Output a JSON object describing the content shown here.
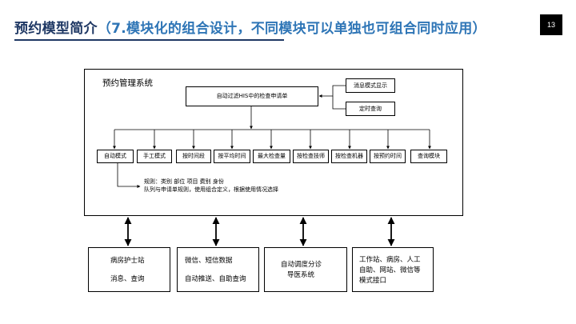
{
  "header": {
    "title_main": "预约模型简介",
    "title_sub": "（7.模块化的组合设计，不同模块可以单独也可组合同时应用）",
    "page_number": "13"
  },
  "system": {
    "title": "预约管理系统",
    "filter_box": "自动过滤HIS中的检查申请单",
    "side_boxes": [
      "消息模式显示",
      "定时查询"
    ],
    "modules": [
      "自动模式",
      "手工模式",
      "按时间段",
      "按平均时间",
      "最大检查量",
      "按检查技师",
      "按检查机器",
      "按预约时间",
      "查询模块"
    ],
    "rules": [
      "规则：类别  部位  项目  费别  身份",
      "队列与申请单规则，使用组合定义，根据使用情况选择"
    ]
  },
  "bottom": [
    {
      "lines": [
        "病房护士站",
        "消息、查询"
      ]
    },
    {
      "lines": [
        "微信、短信数据",
        "自动推送、自助查询"
      ]
    },
    {
      "lines": [
        "自动调度分诊",
        "导医系统"
      ]
    },
    {
      "lines": [
        "工作站、病房、人工",
        "自助、网站、微信等",
        "模式接口"
      ]
    }
  ]
}
